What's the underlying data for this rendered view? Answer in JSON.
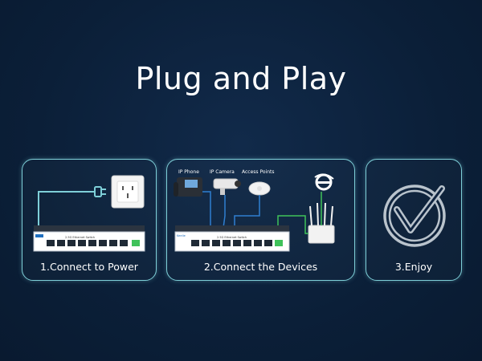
{
  "title": "Plug and Play",
  "steps": [
    {
      "label": "1.Connect to Power"
    },
    {
      "label": "2.Connect the Devices"
    },
    {
      "label": "3.Enjoy"
    }
  ],
  "devices": {
    "phone": "IP Phone",
    "camera": "IP Camera",
    "ap": "Access Points"
  },
  "switch_brand": "Keelie",
  "switch_name": "2.5G Ethernet Switch",
  "colors": {
    "background": "#0b1f38",
    "card_border": "#7ecfd8",
    "cable_blue": "#2f7fd1",
    "cable_green": "#3fc25a"
  }
}
